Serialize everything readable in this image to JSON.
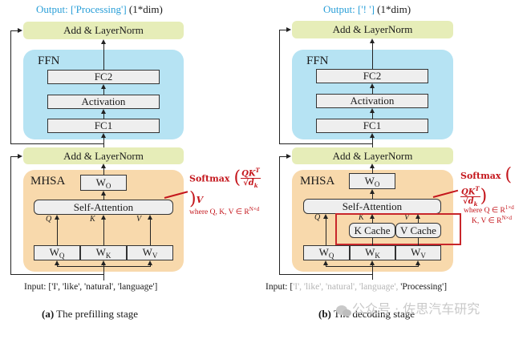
{
  "panels": [
    {
      "id": "prefilling",
      "output_prefix": "Output: ",
      "output_token": "['Processing']",
      "output_dim": " (1*dim)",
      "add_layernorm_top": "Add & LayerNorm",
      "ffn_title": "FFN",
      "fc2": "FC2",
      "activation": "Activation",
      "fc1": "FC1",
      "add_layernorm_bottom": "Add & LayerNorm",
      "mhsa_title": "MHSA",
      "wo": "W",
      "wo_sub": "O",
      "self_attention": "Self-Attention",
      "q_label": "Q",
      "k_label": "K",
      "v_label": "V",
      "wq": "W",
      "wq_sub": "Q",
      "wk": "W",
      "wk_sub": "K",
      "wv": "W",
      "wv_sub": "V",
      "formula_softmax": "Softmax",
      "formula_num": "QK",
      "formula_sup": "T",
      "formula_den": "√d",
      "formula_den_sub": "k",
      "formula_tail": "V",
      "formula_where_1": "where Q, K, V ∈ R",
      "formula_where_1_sup": "N×d",
      "input_prefix": "Input: [",
      "input_tokens_gray": "",
      "input_tokens_black": "'I', 'like', 'natural', 'language'",
      "input_suffix": "]",
      "caption_tag": "(a)",
      "caption_text": " The prefilling stage"
    },
    {
      "id": "decoding",
      "output_prefix": "Output: ",
      "output_token": "['! ']",
      "output_dim": " (1*dim)",
      "add_layernorm_top": "Add & LayerNorm",
      "ffn_title": "FFN",
      "fc2": "FC2",
      "activation": "Activation",
      "fc1": "FC1",
      "add_layernorm_bottom": "Add & LayerNorm",
      "mhsa_title": "MHSA",
      "wo": "W",
      "wo_sub": "O",
      "self_attention": "Self-Attention",
      "q_label": "Q",
      "k_label": "K",
      "v_label": "V",
      "k_cache": "K Cache",
      "v_cache": "V Cache",
      "wq": "W",
      "wq_sub": "Q",
      "wk": "W",
      "wk_sub": "K",
      "wv": "W",
      "wv_sub": "V",
      "formula_softmax": "Softmax",
      "formula_num": "QK",
      "formula_sup": "T",
      "formula_den": "√d",
      "formula_den_sub": "k",
      "formula_where_1": "where Q ∈ R",
      "formula_where_1_sup": "1×d",
      "formula_where_2": "K, V ∈ R",
      "formula_where_2_sup": "N×d",
      "input_prefix": "Input: [",
      "input_tokens_gray": "'I', 'like', 'natural', 'language', ",
      "input_tokens_black": "'Processing'",
      "input_suffix": "]",
      "caption_tag": "(b)",
      "caption_text": " The decoding stage"
    }
  ],
  "watermark": "公众号 · 佐思汽车研究",
  "colors": {
    "ffn_bg": "#b6e3f3",
    "mhsa_bg": "#f8d9ac",
    "add_norm_bg": "#e6edb8",
    "output_token": "#2a9fd8",
    "formula_red": "#c4161c",
    "cache_frame": "#c8262b"
  }
}
